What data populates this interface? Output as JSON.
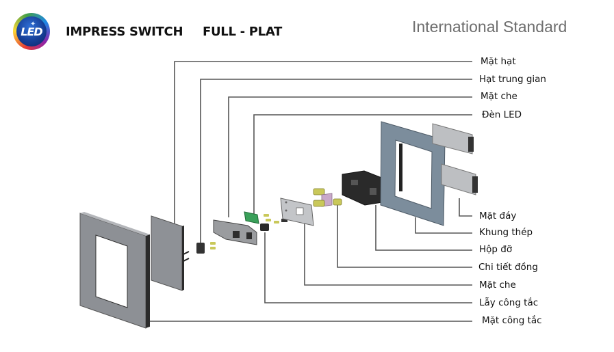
{
  "header": {
    "logo_text": "LED",
    "brand": "IMPRESS SWITCH",
    "model": "FULL - PLAT",
    "standard": "International Standard"
  },
  "labels": [
    {
      "id": "mat-hat",
      "text": "Mặt hạt"
    },
    {
      "id": "hat-trung-gian",
      "text": "Hạt trung gian"
    },
    {
      "id": "mat-che-top",
      "text": "Mặt che"
    },
    {
      "id": "den-led",
      "text": "Đèn LED"
    },
    {
      "id": "mat-day",
      "text": "Mặt đáy"
    },
    {
      "id": "khung-thep",
      "text": "Khung thép"
    },
    {
      "id": "hop-do",
      "text": "Hộp đỡ"
    },
    {
      "id": "chi-tiet-dong",
      "text": "Chi tiết đồng"
    },
    {
      "id": "mat-che-bottom",
      "text": "Mặt che"
    },
    {
      "id": "lay-cong-tac",
      "text": "Lẫy công tắc"
    },
    {
      "id": "mat-cong-tac",
      "text": "Mặt công tắc"
    }
  ],
  "colors": {
    "leader_line": "#555555",
    "frame_gray": "#8a8d92",
    "steel_blue": "#7c8d9c",
    "box_black": "#2a2a2a",
    "pcb_green": "#3aa05a",
    "brass": "#c9c85a",
    "lilac": "#c9a9c9"
  }
}
